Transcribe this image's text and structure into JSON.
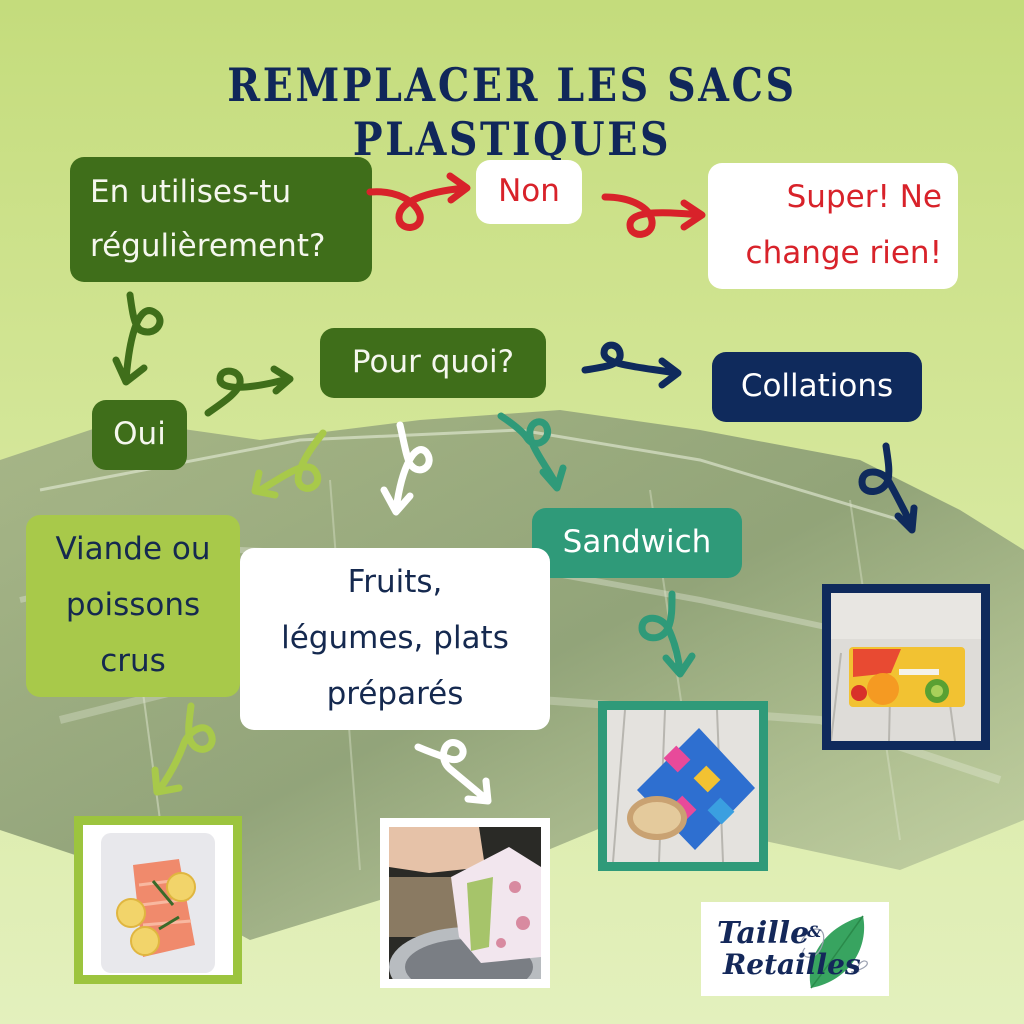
{
  "title": "REMPLACER LES SACS PLASTIQUES",
  "colors": {
    "dark_green": "#3f6e1a",
    "red": "#d8222a",
    "navy": "#0f2a5c",
    "teal": "#2f9a79",
    "light_green": "#a8c94a",
    "white": "#ffffff",
    "background": "#cfe38f"
  },
  "nodes": {
    "question_use": {
      "line1": "En utilises-tu",
      "line2": "régulièrement?"
    },
    "answer_no": {
      "label": "Non"
    },
    "result_no": {
      "line1": "Super! Ne",
      "line2": "change rien!"
    },
    "answer_yes": {
      "label": "Oui"
    },
    "question_what": {
      "label": "Pour quoi?"
    },
    "option_snacks": {
      "label": "Collations"
    },
    "option_sandwich": {
      "label": "Sandwich"
    },
    "option_meat": {
      "line1": "Viande ou",
      "line2": "poissons",
      "line3": "crus"
    },
    "option_fruits": {
      "line1": "Fruits,",
      "line2": "légumes, plats",
      "line3": "préparés"
    }
  },
  "photos": {
    "meat": {
      "caption": "silicone bag with salmon and lemon slices"
    },
    "fruits": {
      "caption": "fabric bag with vegetables poured into bowl"
    },
    "sandwich": {
      "caption": "colorful fabric sandwich pouch with bread"
    },
    "snacks": {
      "caption": "fruit-print fabric snack pouch"
    }
  },
  "logo": {
    "line1": "Taille",
    "amp": "&",
    "line2": "Retailles"
  }
}
